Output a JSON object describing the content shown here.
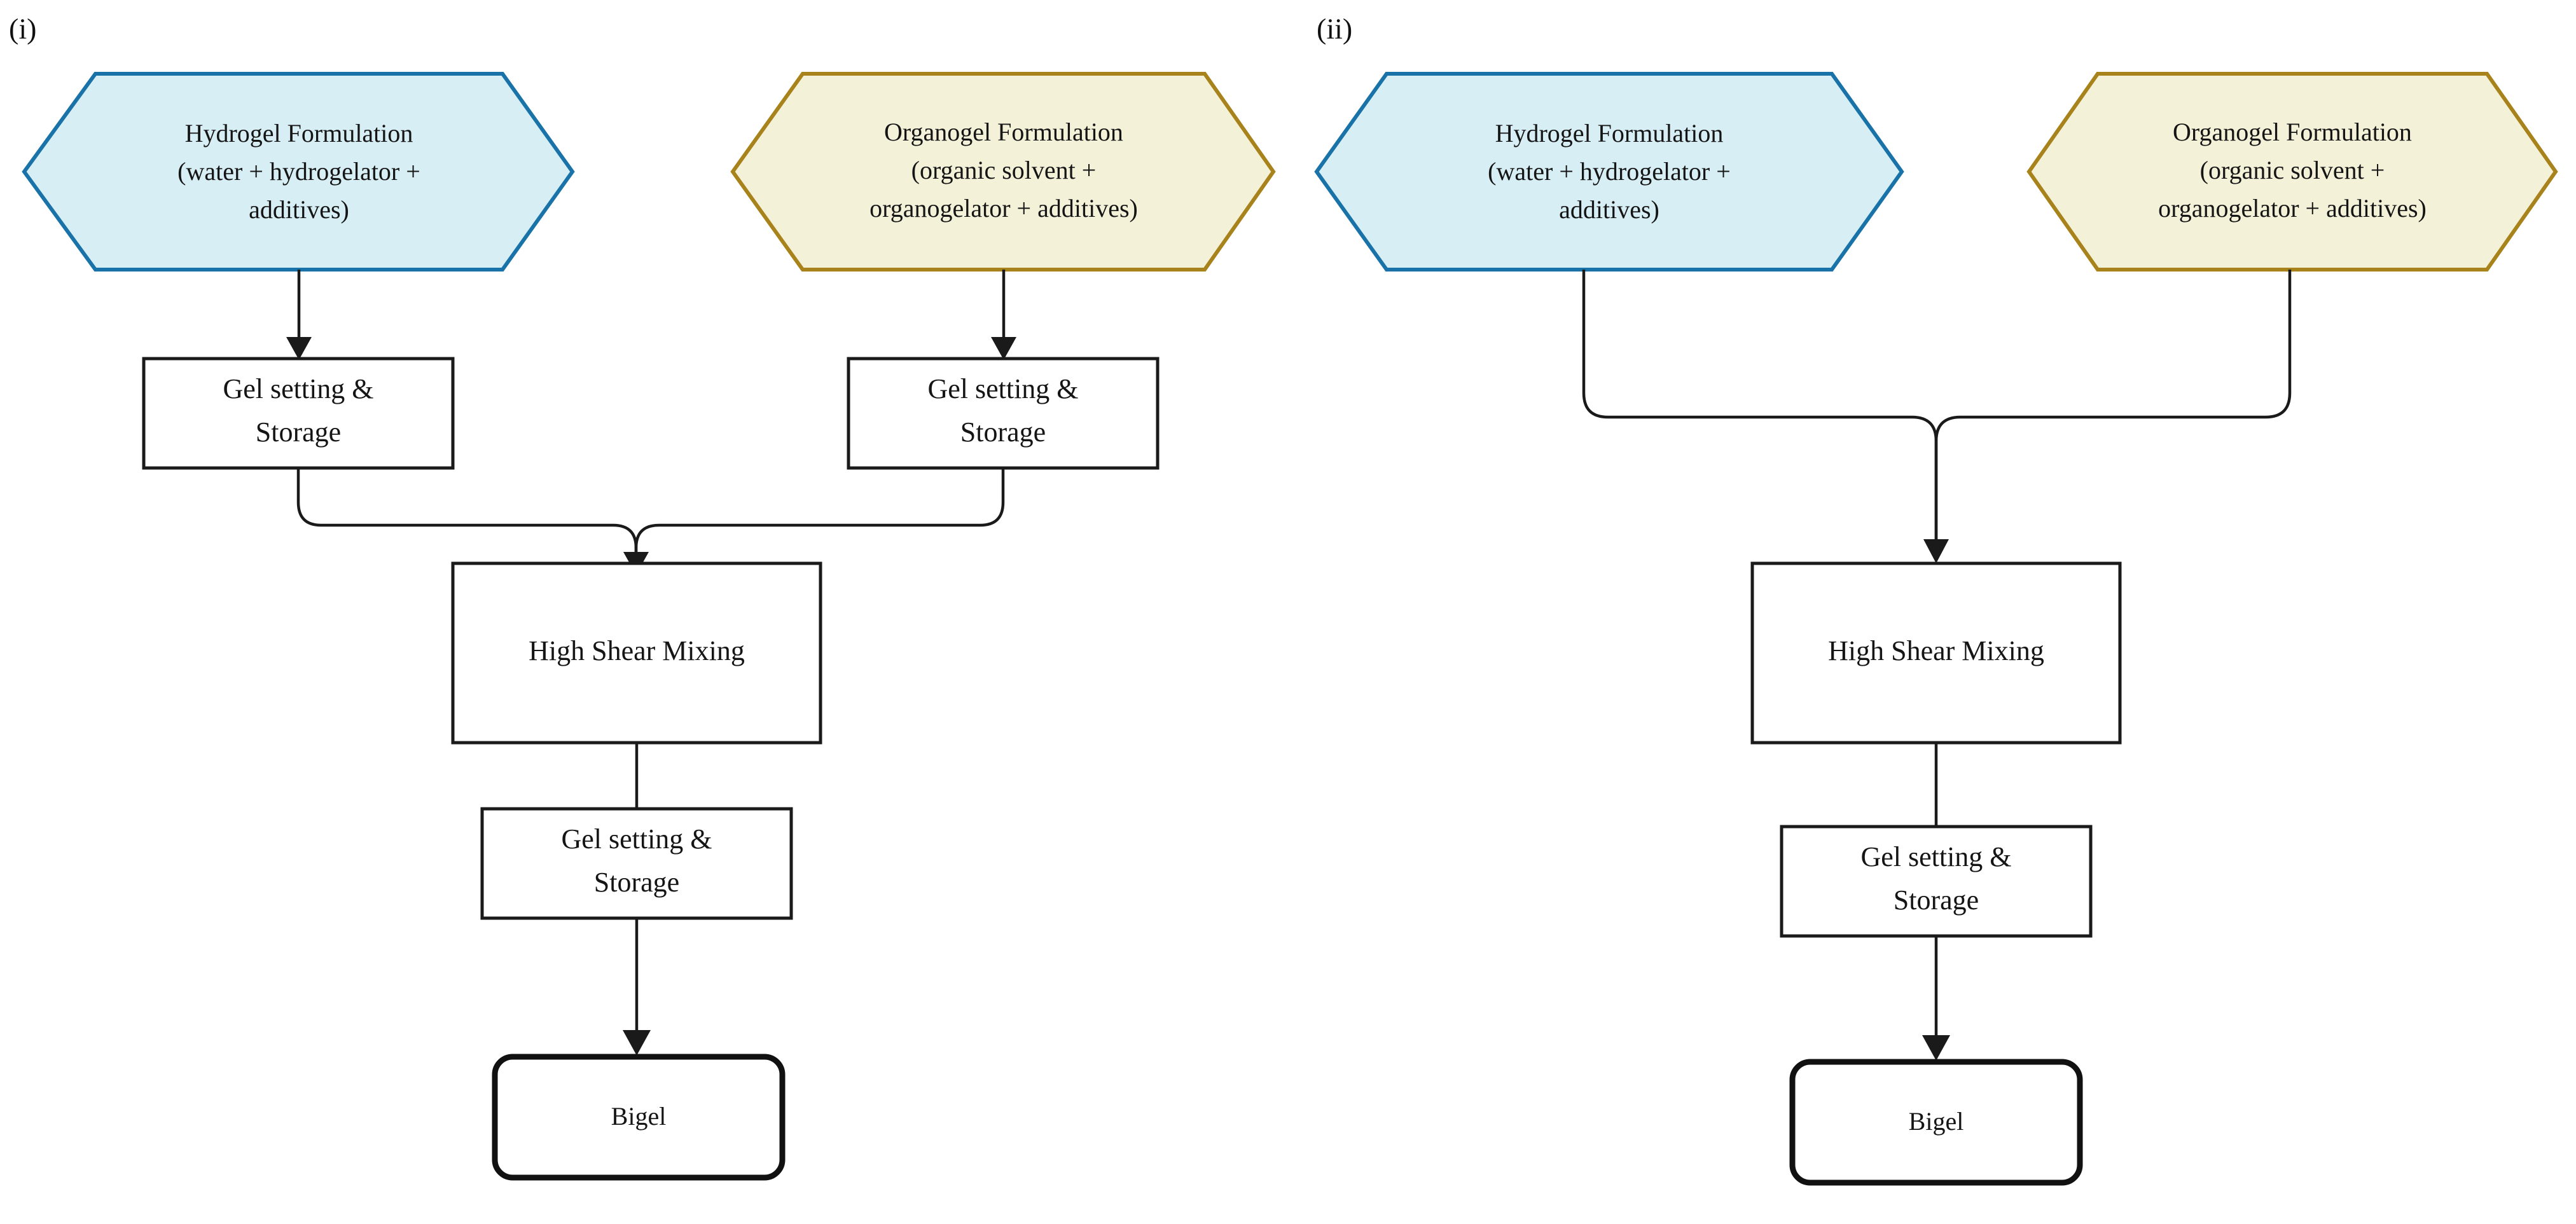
{
  "figure": {
    "panels": [
      {
        "id": "panel-i",
        "label": "(i)",
        "nodes": {
          "hydrogel": {
            "shape": "hexagon",
            "line1": "Hydrogel Formulation",
            "line2": "(water + hydrogelator +",
            "line3": "additives)",
            "fill": "#d6eef4",
            "stroke": "#1973a8"
          },
          "organogel": {
            "shape": "hexagon",
            "line1": "Organogel Formulation",
            "line2": "(organic solvent +",
            "line3": "organogelator + additives)",
            "fill": "#f4f1d9",
            "stroke": "#a8821a"
          },
          "gel_set_left": {
            "shape": "rect",
            "line1": "Gel setting &",
            "line2": "Storage"
          },
          "gel_set_right": {
            "shape": "rect",
            "line1": "Gel setting &",
            "line2": "Storage"
          },
          "mixing": {
            "shape": "rect",
            "line1": "High Shear Mixing"
          },
          "gel_set_final": {
            "shape": "rect",
            "line1": "Gel setting &",
            "line2": "Storage"
          },
          "bigel": {
            "shape": "rounded-rect",
            "line1": "Bigel"
          }
        },
        "edges": [
          {
            "from": "hydrogel",
            "to": "gel_set_left",
            "style": "straight-arrow"
          },
          {
            "from": "organogel",
            "to": "gel_set_right",
            "style": "straight-arrow"
          },
          {
            "from": "gel_set_left",
            "to": "mixing",
            "style": "elbow-merge-arrow"
          },
          {
            "from": "gel_set_right",
            "to": "mixing",
            "style": "elbow-merge-arrow"
          },
          {
            "from": "mixing",
            "to": "gel_set_final",
            "style": "plain-line"
          },
          {
            "from": "gel_set_final",
            "to": "bigel",
            "style": "straight-arrow"
          }
        ]
      },
      {
        "id": "panel-ii",
        "label": "(ii)",
        "nodes": {
          "hydrogel": {
            "shape": "hexagon",
            "line1": "Hydrogel Formulation",
            "line2": "(water + hydrogelator +",
            "line3": "additives)",
            "fill": "#d6eef4",
            "stroke": "#1973a8"
          },
          "organogel": {
            "shape": "hexagon",
            "line1": "Organogel Formulation",
            "line2": "(organic solvent +",
            "line3": "organogelator + additives)",
            "fill": "#f4f1d9",
            "stroke": "#a8821a"
          },
          "mixing": {
            "shape": "rect",
            "line1": "High Shear Mixing"
          },
          "gel_set_final": {
            "shape": "rect",
            "line1": "Gel setting &",
            "line2": "Storage"
          },
          "bigel": {
            "shape": "rounded-rect",
            "line1": "Bigel"
          }
        },
        "edges": [
          {
            "from": "hydrogel",
            "to": "mixing",
            "style": "elbow-merge-arrow"
          },
          {
            "from": "organogel",
            "to": "mixing",
            "style": "elbow-merge-arrow"
          },
          {
            "from": "mixing",
            "to": "gel_set_final",
            "style": "plain-line"
          },
          {
            "from": "gel_set_final",
            "to": "bigel",
            "style": "straight-arrow"
          }
        ]
      }
    ]
  }
}
